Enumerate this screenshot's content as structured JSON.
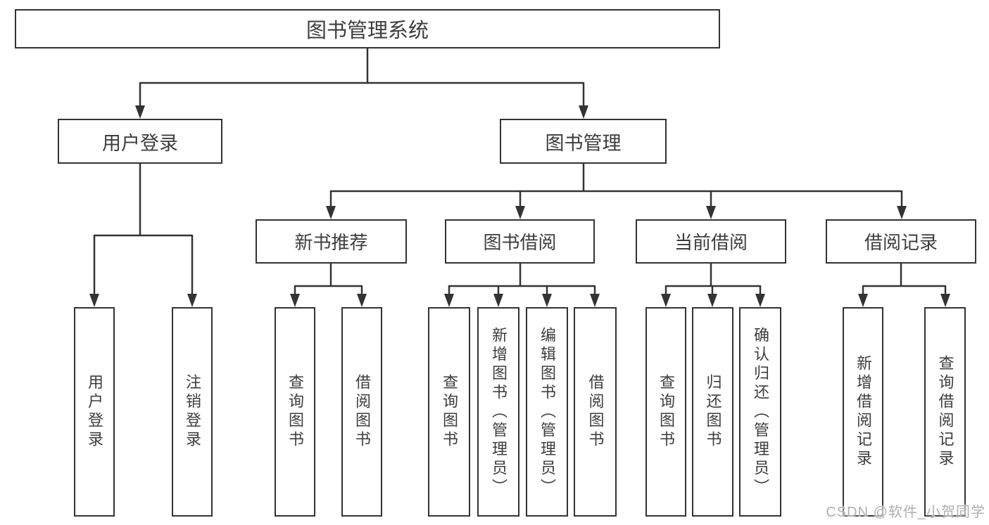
{
  "org": {
    "root": {
      "label": "图书管理系统"
    },
    "branches": [
      {
        "label": "用户登录",
        "children": [
          {
            "label": "用户登录"
          },
          {
            "label": "注销登录"
          }
        ]
      },
      {
        "label": "图书管理",
        "groups": [
          {
            "label": "新书推荐",
            "children": [
              {
                "label": "查询图书"
              },
              {
                "label": "借阅图书"
              }
            ]
          },
          {
            "label": "图书借阅",
            "children": [
              {
                "label": "查询图书"
              },
              {
                "label": "新增图书（管理员）"
              },
              {
                "label": "编辑图书（管理员）"
              },
              {
                "label": "借阅图书"
              }
            ]
          },
          {
            "label": "当前借阅",
            "children": [
              {
                "label": "查询图书"
              },
              {
                "label": "归还图书"
              },
              {
                "label": "确认归还（管理员）"
              }
            ]
          },
          {
            "label": "借阅记录",
            "children": [
              {
                "label": "新增借阅记录"
              },
              {
                "label": "查询借阅记录"
              }
            ]
          }
        ]
      }
    ]
  },
  "watermark": {
    "text": "CSDN @软件_小贺同学"
  },
  "style": {
    "line_color": "#333333",
    "text_color": "#3d3d3d",
    "box_background": "#ffffff",
    "watermark_color": "#b0b0b0"
  }
}
